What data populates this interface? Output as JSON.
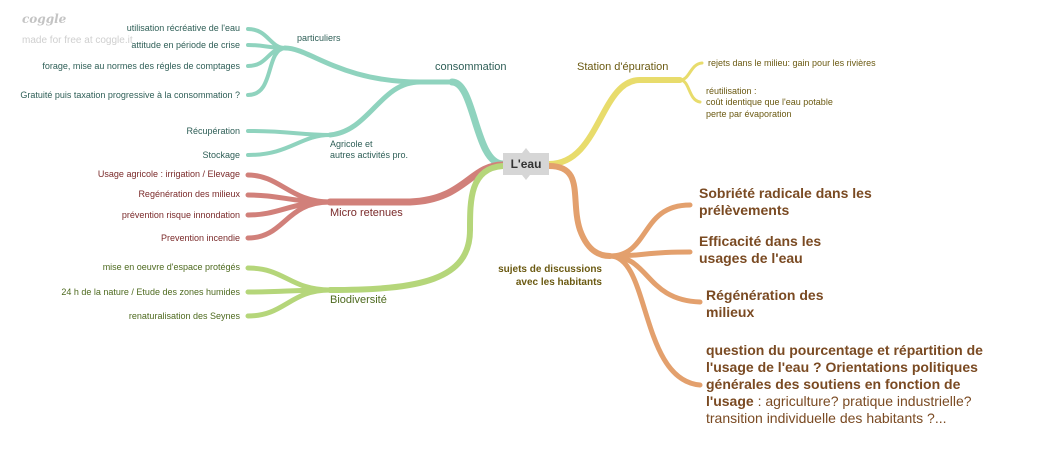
{
  "watermark": {
    "logo": "coggle",
    "credit": "made for free at coggle.it"
  },
  "root": {
    "label": "L'eau"
  },
  "colors": {
    "teal": "#8fd3be",
    "red": "#d1807a",
    "green": "#b5d67a",
    "yellow": "#e8dc6c",
    "orange": "#e3a06d"
  },
  "consommation": {
    "label": "consommation",
    "particuliers": {
      "label": "particuliers",
      "items": [
        "utilisation récréative de l'eau",
        "attitude en période de crise",
        "forage, mise au normes des régles de comptages",
        "Gratuité puis taxation progressive à la consommation ?"
      ]
    },
    "agricole": {
      "label_line1": "Agricole et",
      "label_line2": "autres activités pro.",
      "items": [
        "Récupération",
        "Stockage"
      ]
    }
  },
  "micro": {
    "label": "Micro retenues",
    "items": [
      "Usage agricole : irrigation / Elevage",
      "Regénération des milieux",
      "prévention risque innondation",
      "Prevention incendie"
    ]
  },
  "biodiversite": {
    "label": "Biodiversité",
    "items": [
      "mise en oeuvre d'espace protégés",
      "24 h de la nature / Etude des zones humides",
      "renaturalisation des Seynes"
    ]
  },
  "station": {
    "label": "Station d'épuration",
    "item1": "rejets dans le milieu: gain pour les rivières",
    "item2": {
      "line1": "réutilisation :",
      "line2": "coût identique que l'eau potable",
      "line3": "perte par évaporation"
    }
  },
  "sujets": {
    "label_line1": "sujets de discussions",
    "label_line2": "avec les habitants",
    "items": [
      {
        "line1": "Sobriété radicale dans les",
        "line2": "prélèvements"
      },
      {
        "line1": "Efficacité dans les",
        "line2": "usages de l'eau"
      },
      {
        "line1": "Régénération des",
        "line2": "milieux"
      }
    ],
    "question": {
      "line1": "question du pourcentage et répartition de",
      "line2": "l'usage de l'eau ? Orientations politiques",
      "line3": "générales des soutiens en fonction de",
      "line4_bold": "l'usage",
      "line4_rest": " : agriculture? pratique industrielle?",
      "line5": "transition individuelle des habitants ?..."
    }
  }
}
